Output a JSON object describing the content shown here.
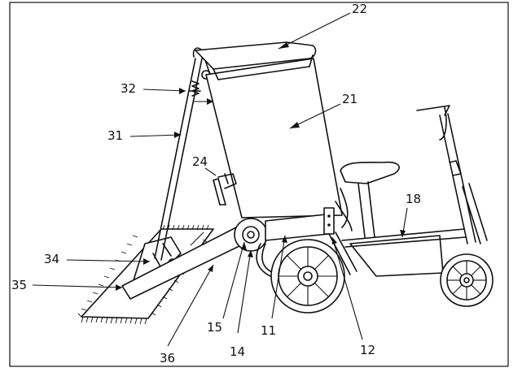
{
  "figure": {
    "labels": [
      {
        "key": "l22",
        "text": "22"
      },
      {
        "key": "l21",
        "text": "21"
      },
      {
        "key": "l32",
        "text": "32"
      },
      {
        "key": "l31",
        "text": "31"
      },
      {
        "key": "l24",
        "text": "24"
      },
      {
        "key": "l18",
        "text": "18"
      },
      {
        "key": "l34",
        "text": "34"
      },
      {
        "key": "l35",
        "text": "35"
      },
      {
        "key": "l15",
        "text": "15"
      },
      {
        "key": "l14",
        "text": "14"
      },
      {
        "key": "l11",
        "text": "11"
      },
      {
        "key": "l12",
        "text": "12"
      },
      {
        "key": "l36",
        "text": "36"
      }
    ]
  }
}
